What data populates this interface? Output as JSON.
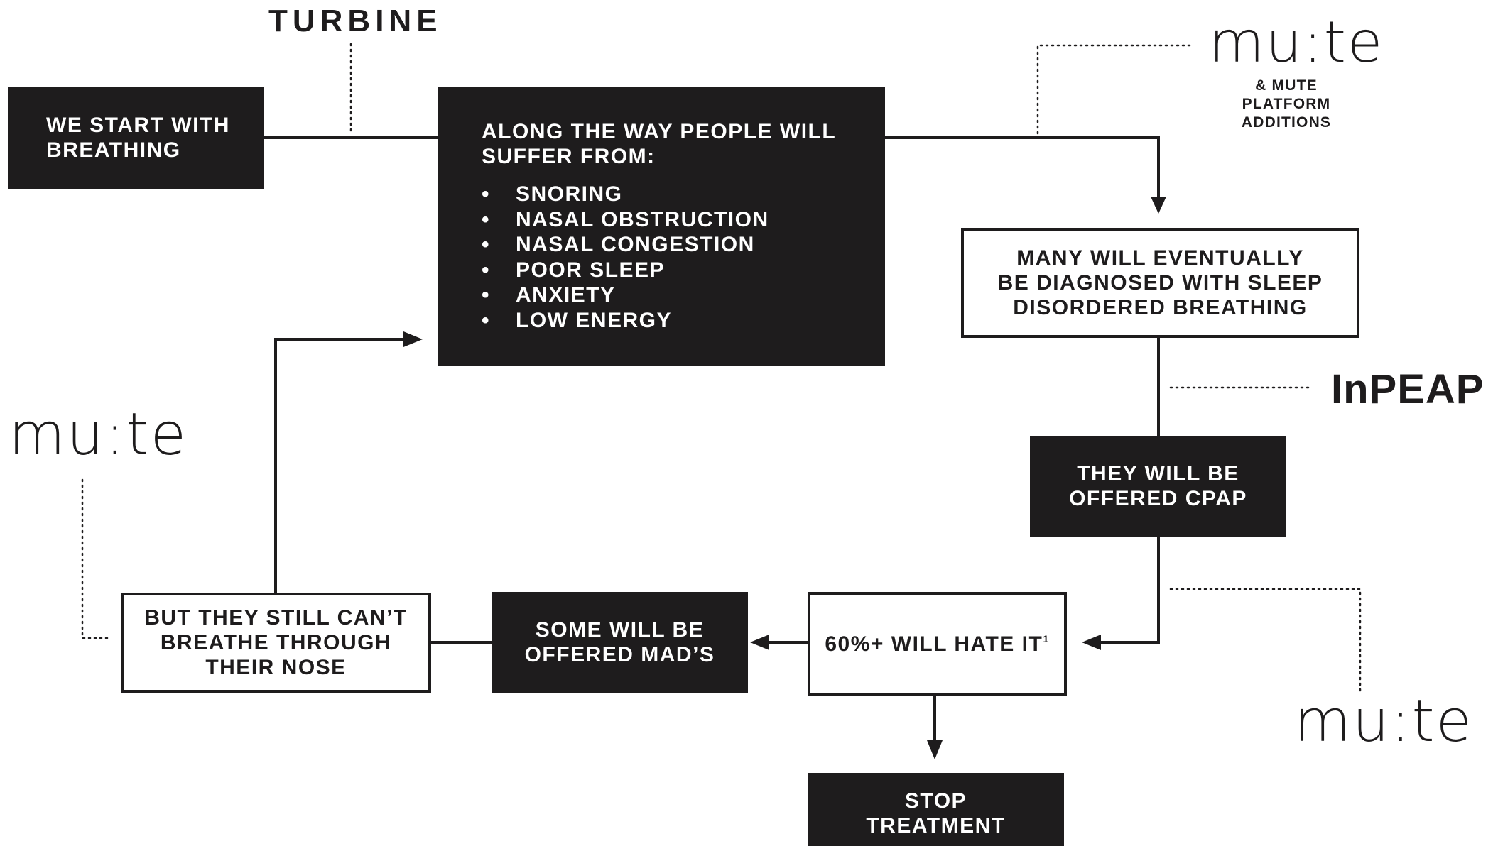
{
  "brands": {
    "turbine": "TURBINE",
    "inpeap": "InPEAP",
    "mute_wordmark": "mu:te",
    "mute_platform_note": [
      "& MUTE PLATFORM",
      "ADDITIONS"
    ]
  },
  "boxes": {
    "start": [
      "WE START WITH",
      "BREATHING"
    ],
    "suffer": {
      "heading": [
        "ALONG THE WAY PEOPLE WILL",
        "SUFFER FROM:"
      ],
      "items": [
        "SNORING",
        "NASAL OBSTRUCTION",
        "NASAL CONGESTION",
        "POOR SLEEP",
        "ANXIETY",
        "LOW ENERGY"
      ]
    },
    "diagnosed": [
      "MANY WILL EVENTUALLY",
      "BE DIAGNOSED WITH SLEEP",
      "DISORDERED BREATHING"
    ],
    "cpap": [
      "THEY WILL BE",
      "OFFERED CPAP"
    ],
    "hate": {
      "text": "60%+ WILL HATE IT",
      "footnote": "1"
    },
    "mads": [
      "SOME WILL BE",
      "OFFERED MAD’S"
    ],
    "nose": [
      "BUT THEY STILL CAN’T",
      "BREATHE THROUGH",
      "THEIR NOSE"
    ],
    "stop": [
      "STOP",
      "TREATMENT"
    ]
  },
  "colors": {
    "ink": "#1e1c1d",
    "paper": "#ffffff"
  }
}
